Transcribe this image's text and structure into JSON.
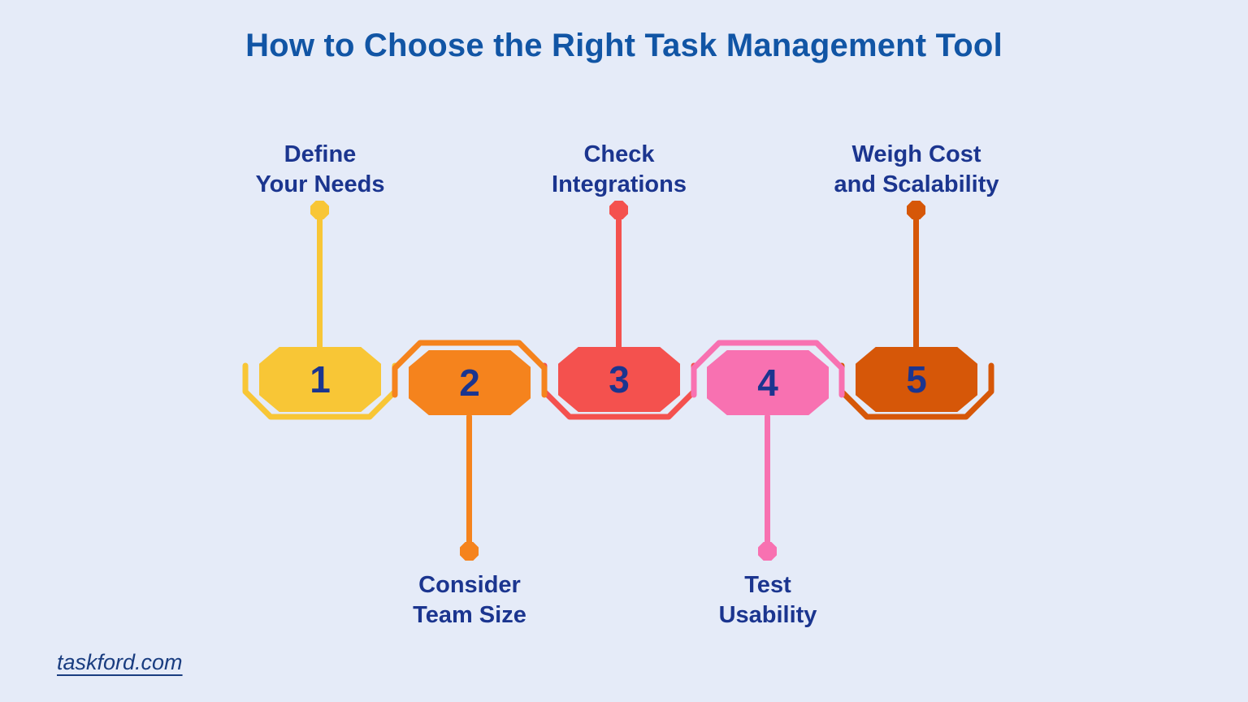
{
  "page": {
    "title": "How to Choose the Right Task Management Tool",
    "footer_url": "taskford.com"
  },
  "colors": {
    "bg": "#E5EBF8",
    "titleBlue": "#1155A5",
    "navy": "#1B358F",
    "footerNavy": "#1A3D80"
  },
  "steps": [
    {
      "number": "1",
      "label_line1": "Define",
      "label_line2": "Your Needs",
      "label_position": "top",
      "color": "#F8C636"
    },
    {
      "number": "2",
      "label_line1": "Consider",
      "label_line2": "Team Size",
      "label_position": "bottom",
      "color": "#F5831D"
    },
    {
      "number": "3",
      "label_line1": "Check",
      "label_line2": "Integrations",
      "label_position": "top",
      "color": "#F4514E"
    },
    {
      "number": "4",
      "label_line1": "Test",
      "label_line2": "Usability",
      "label_position": "bottom",
      "color": "#F871B1"
    },
    {
      "number": "5",
      "label_line1": "Weigh Cost",
      "label_line2": "and Scalability",
      "label_position": "top",
      "color": "#D65708"
    }
  ]
}
